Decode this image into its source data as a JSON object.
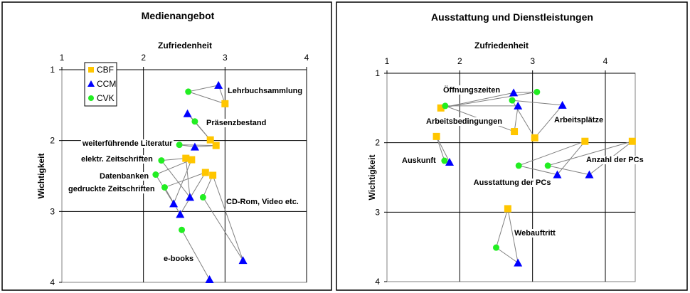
{
  "colors": {
    "CBF": "#FFC600",
    "CCM": "#0000FF",
    "CVK": "#22EE22",
    "edge": "#808080"
  },
  "chart_data": [
    {
      "type": "scatter",
      "title": "Medienangebot",
      "xlabel": "Zufriedenheit",
      "ylabel": "Wichtigkeit",
      "xlim": [
        1,
        4
      ],
      "ylim": [
        1,
        4
      ],
      "y_inverted": true,
      "x_axis_position": "top",
      "xticks": [
        "1",
        "2",
        "3",
        "4"
      ],
      "yticks": [
        "1",
        "2",
        "3",
        "4"
      ],
      "grid": true,
      "legend": {
        "placement": "top-left",
        "entries": [
          "CBF",
          "CCM",
          "CVK"
        ]
      },
      "groups": [
        {
          "label": "Lehrbuchsammlung",
          "CBF": [
            3.0,
            1.48
          ],
          "CCM": [
            2.92,
            1.22
          ],
          "CVK": [
            2.55,
            1.31
          ]
        },
        {
          "label": "Präsenzbestand",
          "CBF": [
            2.82,
            1.99
          ],
          "CCM": [
            2.54,
            1.62
          ],
          "CVK": [
            2.63,
            1.73
          ]
        },
        {
          "label": "weiterführende Literatur",
          "CBF": [
            2.89,
            2.07
          ],
          "CCM": [
            2.63,
            2.09
          ],
          "CVK": [
            2.44,
            2.06
          ]
        },
        {
          "label": "elektr. Zeitschriften",
          "CBF": [
            2.52,
            2.25
          ],
          "CCM": [
            2.57,
            2.8
          ],
          "CVK": [
            2.22,
            2.28
          ]
        },
        {
          "label": "Datenbanken",
          "CBF": [
            2.59,
            2.27
          ],
          "CCM": [
            2.37,
            2.89
          ],
          "CVK": [
            2.15,
            2.48
          ]
        },
        {
          "label": "gedruckte Zeitschriften",
          "CBF": [
            2.76,
            2.45
          ],
          "CCM": [
            2.45,
            3.04
          ],
          "CVK": [
            2.26,
            2.66
          ]
        },
        {
          "label": "CD-Rom, Video etc.",
          "CBF": [
            2.85,
            2.49
          ],
          "CCM": [
            3.22,
            3.69
          ],
          "CVK": [
            2.73,
            2.8
          ]
        },
        {
          "label": "e-books",
          "CCM": [
            2.81,
            3.96
          ],
          "CVK": [
            2.47,
            3.26
          ]
        }
      ]
    },
    {
      "type": "scatter",
      "title": "Ausstattung und Dienstleistungen",
      "xlabel": "Zufriedenheit",
      "ylabel": "Wichtigkeit",
      "xlim": [
        1,
        4.4
      ],
      "ylim": [
        1,
        4
      ],
      "y_inverted": true,
      "x_axis_position": "top",
      "xticks": [
        "1",
        "2",
        "3",
        "4"
      ],
      "yticks": [
        "1",
        "2",
        "3",
        "4"
      ],
      "grid": true,
      "groups": [
        {
          "label": "Öffnungszeiten",
          "CBF": [
            1.74,
            1.5
          ],
          "CCM": [
            2.74,
            1.28
          ],
          "CVK": [
            3.06,
            1.27
          ]
        },
        {
          "label": "Arbeitsbedingungen",
          "CBF": [
            2.75,
            1.84
          ],
          "CCM": [
            2.8,
            1.47
          ],
          "CVK": [
            1.8,
            1.47
          ]
        },
        {
          "label": "Arbeitsplätze",
          "CBF": [
            3.03,
            1.93
          ],
          "CCM": [
            3.41,
            1.46
          ],
          "CVK": [
            2.72,
            1.39
          ]
        },
        {
          "label": "Auskunft",
          "CBF": [
            1.68,
            1.91
          ],
          "CCM": [
            1.86,
            2.28
          ],
          "CVK": [
            1.79,
            2.26
          ]
        },
        {
          "label": "Ausstattung der PCs",
          "CBF": [
            3.72,
            1.98
          ],
          "CCM": [
            3.34,
            2.46
          ],
          "CVK": [
            2.81,
            2.33
          ]
        },
        {
          "label": "Anzahl der PCs",
          "CBF": [
            4.37,
            1.98
          ],
          "CCM": [
            3.78,
            2.46
          ],
          "CVK": [
            3.21,
            2.33
          ]
        },
        {
          "label": "Webauftritt",
          "CBF": [
            2.66,
            2.95
          ],
          "CCM": [
            2.8,
            3.73
          ],
          "CVK": [
            2.5,
            3.51
          ]
        }
      ]
    }
  ]
}
